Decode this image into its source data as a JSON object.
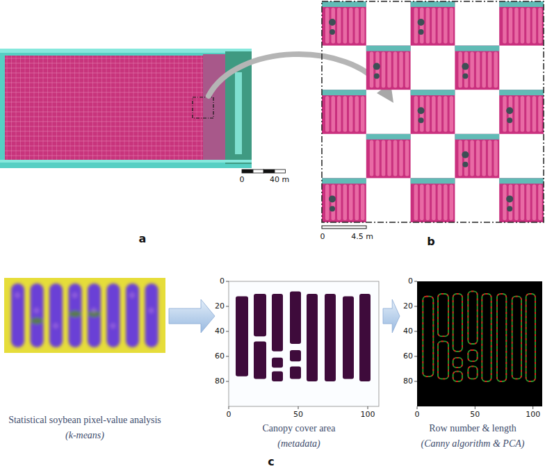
{
  "diagram": {
    "nodes": [
      {
        "text": [
          "Statistical soybean pixel-value analysis",
          "(k-means)"
        ]
      },
      {
        "text": [
          "Canopy cover area",
          "(metadata)"
        ]
      },
      {
        "text": [
          "Row number & length",
          "(Canny algorithm & PCA)"
        ]
      }
    ],
    "edges": [
      {
        "from": 0,
        "to": 1,
        "arrow": "to"
      },
      {
        "from": 1,
        "to": 2,
        "arrow": "to"
      }
    ],
    "labels": [
      "0",
      "40 m",
      "a",
      "0",
      "4.5 m",
      "b",
      "0",
      "20",
      "40",
      "60",
      "80",
      "0",
      "50",
      "100",
      "0",
      "20",
      "40",
      "60",
      "80",
      "0",
      "50",
      "100",
      "c"
    ]
  }
}
